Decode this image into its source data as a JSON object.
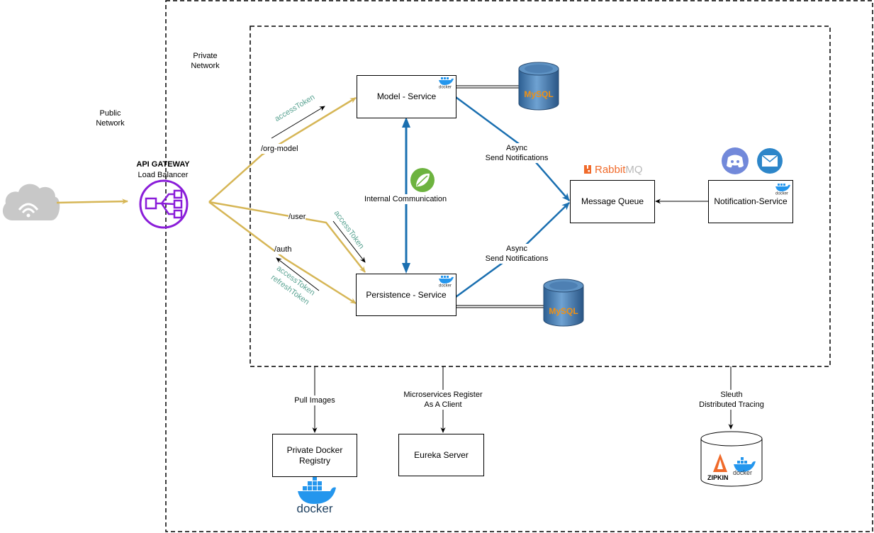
{
  "networks": {
    "private": "Private\nNetwork",
    "public": "Public\nNetwork"
  },
  "gateway": {
    "title": "API GATEWAY",
    "subtitle": "Load Balancer",
    "icon": "load-balancer-icon",
    "color": "#8a1dd9"
  },
  "routes": {
    "org_model": "/org-model",
    "user": "/user",
    "auth": "/auth",
    "token_org_model": "accessToken",
    "token_user": "accessToken",
    "token_auth_access": "accessToken",
    "token_auth_refresh": "refreshToken"
  },
  "services": {
    "model": "Model - Service",
    "persistence": "Persistence -  Service",
    "message_queue": "Message Queue",
    "notification": "Notification-Service",
    "docker_registry": "Private Docker\nRegistry",
    "eureka": "Eureka Server"
  },
  "edges": {
    "internal": "Internal Communication",
    "async_top": "Async\nSend Notifications",
    "async_bottom": "Async\nSend Notifications",
    "pull_images": "Pull Images",
    "register": "Microservices Register\nAs A Client",
    "sleuth": "Sleuth\nDistributed Tracing"
  },
  "logos": {
    "mysql": "MySQL",
    "rabbitmq_rabbit": "Rabbit",
    "rabbitmq_mq": "MQ",
    "docker": "docker",
    "zipkin": "ZIPKIN"
  },
  "colors": {
    "gateway_route": "#d6b656",
    "service_link": "#1a6fb0",
    "token_text": "#5aa392",
    "rabbit": "#f06a2a",
    "docker": "#2496ed",
    "spring": "#6db33f",
    "mysql": "#3f74a8",
    "discord": "#7289da",
    "mail": "#2d86c9"
  }
}
